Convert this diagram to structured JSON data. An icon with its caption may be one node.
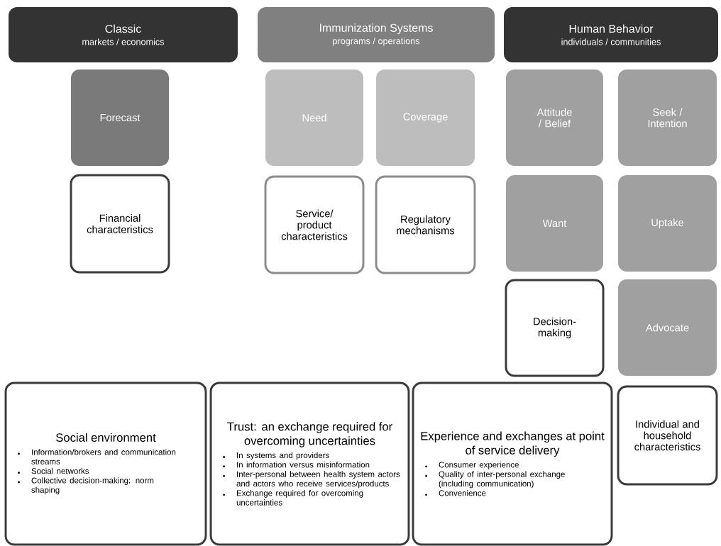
{
  "diagram": {
    "nodes": [
      {
        "text": [
          "Classic",
          "markets / economics"
        ]
      },
      {
        "text": [
          "Immunization Systems",
          "programs / operations"
        ]
      },
      {
        "text": [
          "Human Behavior",
          "individuals / communities"
        ]
      },
      {
        "text": [
          "Forecast"
        ]
      },
      {
        "text": [
          "Financial characteristics"
        ]
      },
      {
        "text": [
          "Need"
        ]
      },
      {
        "text": [
          "Coverage"
        ]
      },
      {
        "text": [
          "Service/ product characteristics"
        ]
      },
      {
        "text": [
          "Regulatory mechanisms"
        ]
      },
      {
        "text": [
          "Attitude / Belief"
        ]
      },
      {
        "text": [
          "Seek / Intention"
        ]
      },
      {
        "text": [
          "Want"
        ]
      },
      {
        "text": [
          "Uptake"
        ]
      },
      {
        "text": [
          "Decision-making"
        ]
      },
      {
        "text": [
          "Advocate"
        ]
      },
      {
        "text": [
          "Social environment",
          "Information/brokers and communication streams",
          "Social networks",
          "Collective decision-making: norm shaping"
        ]
      },
      {
        "text": [
          "Trust: an exchange required for overcoming uncertainties",
          "In systems and providers",
          "In information versus misinformation",
          "Inter-personal between health system actors and actors who receive services/products",
          "Exchange required for overcoming uncertainties"
        ]
      },
      {
        "text": [
          "Experience and exchanges at point of service delivery",
          "Consumer experience",
          "Quality of inter-personal exchange (including communication)",
          "Convenience"
        ]
      },
      {
        "text": [
          "Individual and household characteristics"
        ]
      }
    ]
  }
}
